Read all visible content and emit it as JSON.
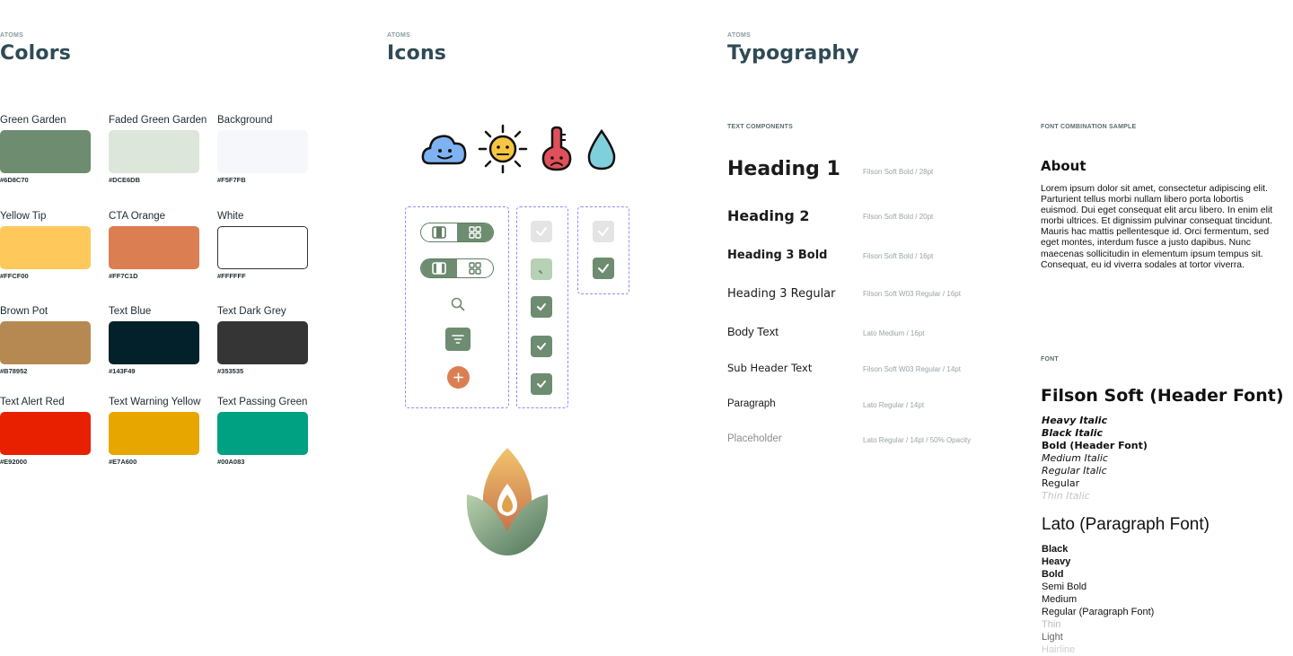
{
  "colors": {
    "eyebrow": "ATOMS",
    "title": "Colors",
    "swatches": [
      {
        "name": "Green Garden",
        "hex": "#6D8C70",
        "color": "#6D8C70"
      },
      {
        "name": "Faded Green Garden",
        "hex": "#DCE6DB",
        "color": "#DCE6DB"
      },
      {
        "name": "Background",
        "hex": "#F5F7FB",
        "color": "#F5F7FB"
      },
      {
        "name": "Yellow Tip",
        "hex": "#FFCF00",
        "color": "#FFC85A"
      },
      {
        "name": "CTA Orange",
        "hex": "#FF7C1D",
        "color": "#DB7F53"
      },
      {
        "name": "White",
        "hex": "#FFFFFF",
        "color": "#FFFFFF"
      },
      {
        "name": "Brown Pot",
        "hex": "#B78952",
        "color": "#B78952"
      },
      {
        "name": "Text Blue",
        "hex": "#143F49",
        "color": "#03212A"
      },
      {
        "name": "Text Dark Grey",
        "hex": "#353535",
        "color": "#353535"
      },
      {
        "name": "Text Alert Red",
        "hex": "#E92000",
        "color": "#E92000"
      },
      {
        "name": "Text Warning Yellow",
        "hex": "#E7A600",
        "color": "#E7A600"
      },
      {
        "name": "Text Passing Green",
        "hex": "#00A083",
        "color": "#00A083"
      }
    ]
  },
  "icons": {
    "eyebrow": "ATOMS",
    "title": "Icons",
    "weather": [
      "cloud-happy-icon",
      "sun-worried-icon",
      "thermometer-sad-icon",
      "water-drop-icon"
    ]
  },
  "typography": {
    "eyebrow": "ATOMS",
    "title": "Typography",
    "text_components_label": "TEXT COMPONENTS",
    "components": [
      {
        "name": "Heading 1",
        "spec": "Filson Soft Bold / 28pt"
      },
      {
        "name": "Heading 2",
        "spec": "Filson Soft Bold / 20pt"
      },
      {
        "name": "Heading 3 Bold",
        "spec": "Filson Soft Bold / 16pt"
      },
      {
        "name": "Heading 3 Regular",
        "spec": "Filson Soft W03 Regular / 16pt"
      },
      {
        "name": "Body Text",
        "spec": "Lato Medium / 16pt"
      },
      {
        "name": "Sub Header Text",
        "spec": "Filson Soft W03 Regular / 14pt"
      },
      {
        "name": "Paragraph",
        "spec": "Lato Regular / 14pt"
      },
      {
        "name": "Placeholder",
        "spec": "Lato Regular / 14pt / 50% Opacity"
      }
    ],
    "sample_label": "FONT COMBINATION SAMPLE",
    "sample_heading": "About",
    "sample_body": "Lorem ipsum dolor sit amet, consectetur adipiscing elit. Parturient tellus morbi nullam libero porta lobortis euismod. Dui eget consequat elit arcu libero. In enim elit morbi ultrices. Et dignissim pulvinar consequat tincidunt. Mauris hac mattis pellentesque id. Orci fermentum, sed eget montes, interdum fusce a justo dapibus. Nunc maecenas sollicitudin in elementum ipsum tempus sit. Consequat, eu id viverra sodales at tortor viverra.",
    "font_label": "FONT",
    "filson_title": "Filson Soft (Header Font)",
    "filson_styles": [
      "Heavy Italic",
      "Black Italic",
      "Bold (Header Font)",
      "Medium Italic",
      "Regular Italic",
      "Regular",
      "Thin Italic"
    ],
    "lato_title": "Lato (Paragraph Font)",
    "lato_styles": [
      "Black",
      "Heavy",
      "Bold",
      "Semi Bold",
      "Medium",
      "Regular (Paragraph Font)",
      "Thin",
      "Light",
      "Hairline"
    ]
  }
}
